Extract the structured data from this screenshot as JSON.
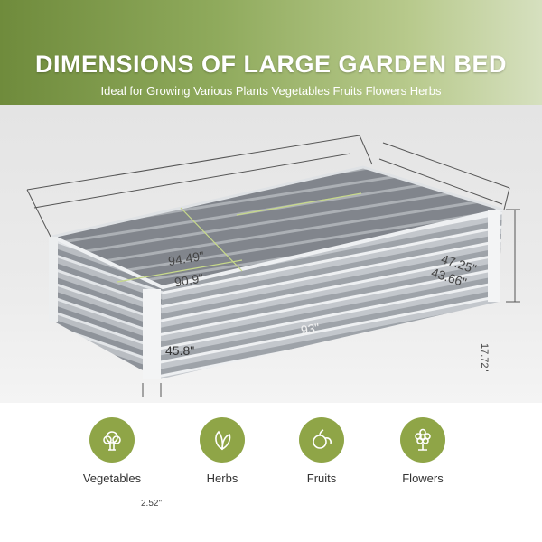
{
  "header": {
    "title": "DIMENSIONS OF LARGE GARDEN BED",
    "subtitle": "Ideal for Growing Various Plants Vegetables Fruits Flowers Herbs"
  },
  "dimensions": {
    "outer_length": "94.49\"",
    "inner_length": "90.9\"",
    "outer_width": "47.25\"",
    "inner_width": "43.66\"",
    "height": "17.72\"",
    "interior_length": "93\"",
    "interior_width": "45.8\"",
    "post_width": "2.52\""
  },
  "uses": [
    {
      "label": "Vegetables",
      "icon": "vegetable-icon"
    },
    {
      "label": "Herbs",
      "icon": "herb-leaf-icon"
    },
    {
      "label": "Fruits",
      "icon": "fruit-icon"
    },
    {
      "label": "Flowers",
      "icon": "flower-icon"
    }
  ],
  "colors": {
    "accent_green": "#8fa547",
    "banner_green": "#6f8b3c",
    "bed_metal": "#b8bcc1"
  }
}
